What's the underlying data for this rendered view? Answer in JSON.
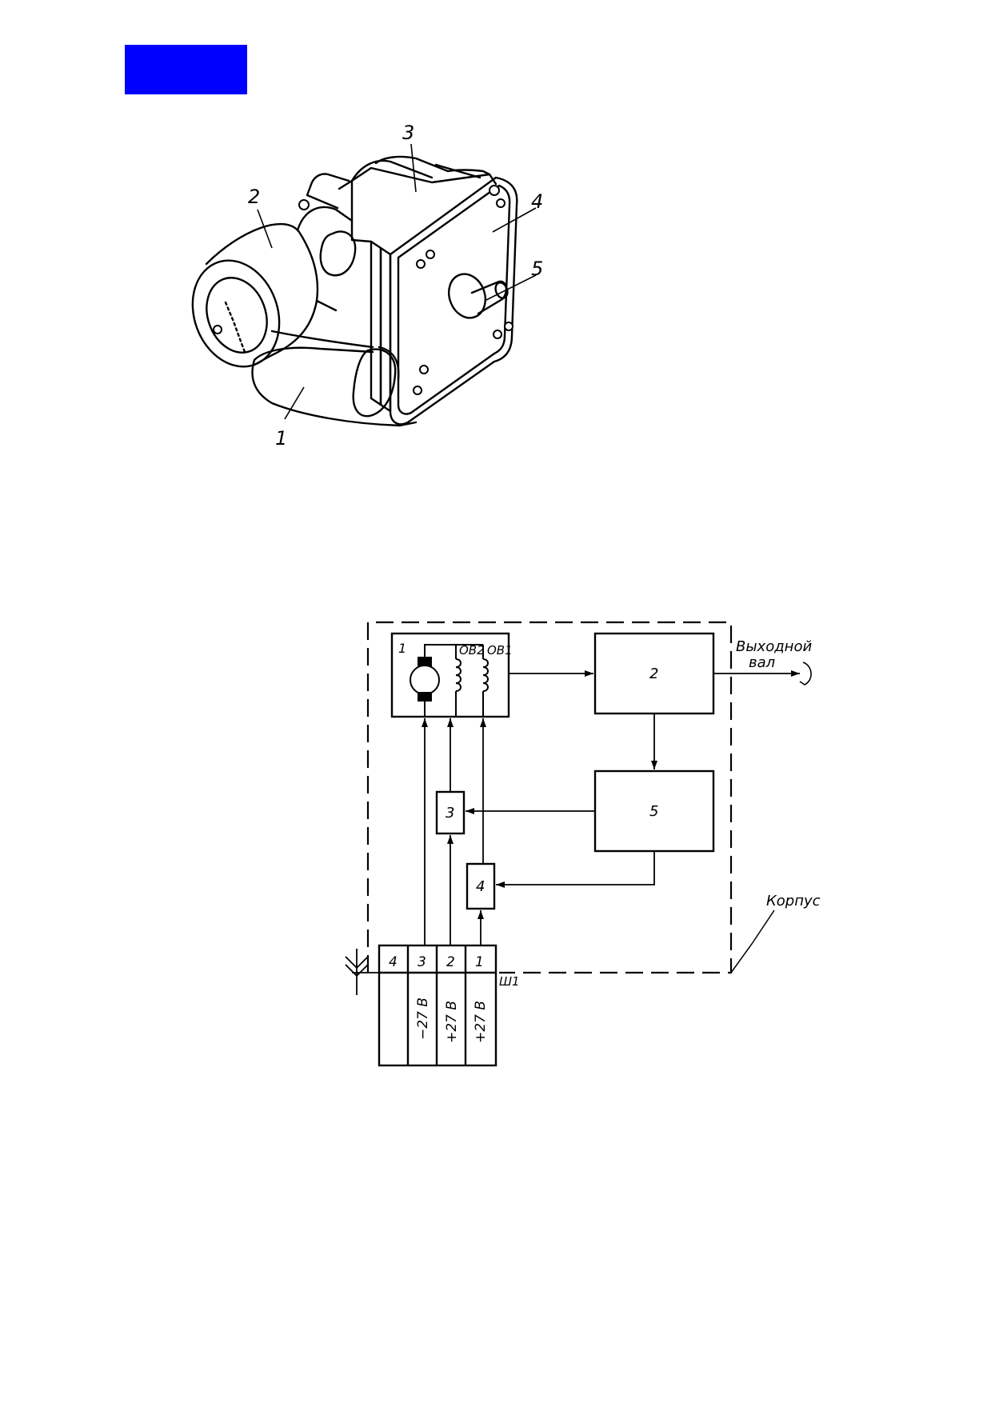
{
  "colors": {
    "accent_block": "#0000ff",
    "ink": "#000000"
  },
  "figure1": {
    "callouts": [
      "1",
      "2",
      "3",
      "4",
      "5"
    ]
  },
  "figure2": {
    "blocks": {
      "b1": "1",
      "b2": "2",
      "b3": "3",
      "b4": "4",
      "b5": "5"
    },
    "windings": {
      "ov2": "ОВ2",
      "ov1": "ОВ1"
    },
    "output_shaft": [
      "Выходной",
      "вал"
    ],
    "housing": "Корпус",
    "connector": {
      "name": "Ш1",
      "pins": [
        "4",
        "3",
        "2",
        "1"
      ],
      "voltages": [
        "",
        "−27 В",
        "+27 В",
        "+27 В"
      ]
    }
  }
}
